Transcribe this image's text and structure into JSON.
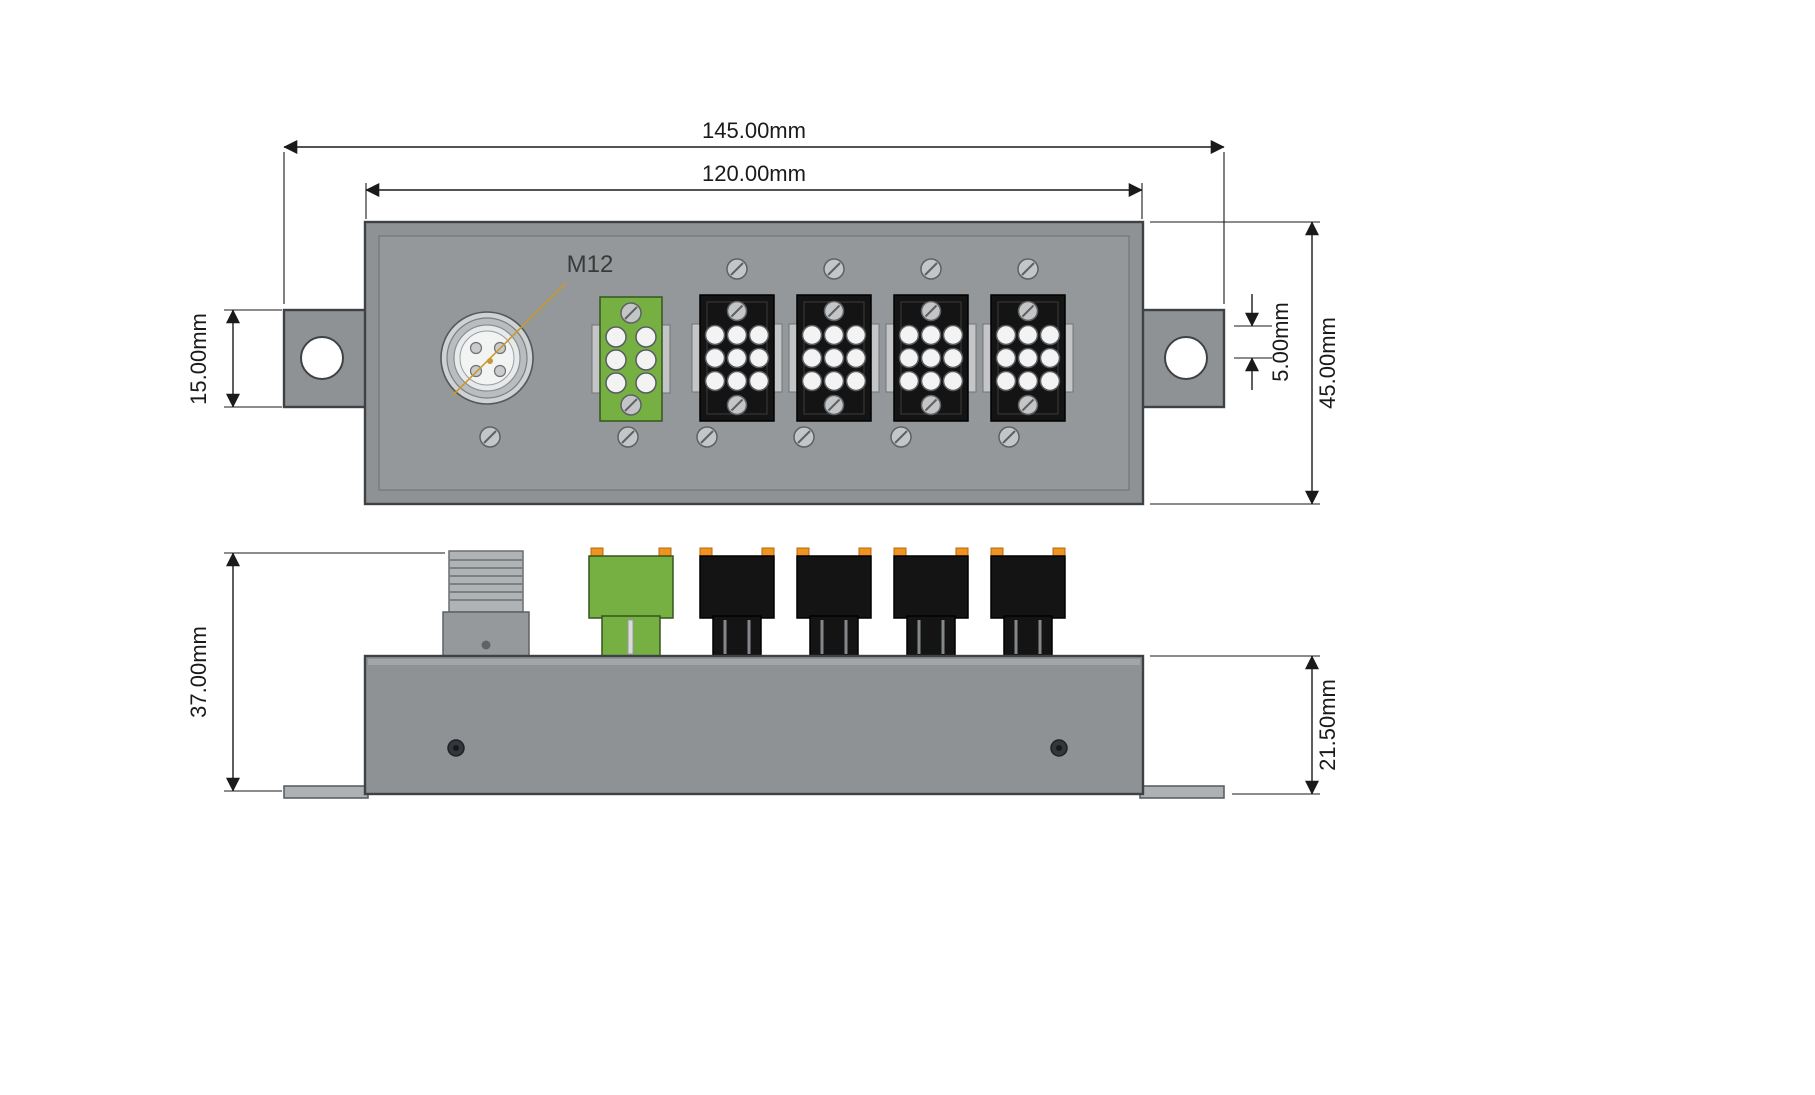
{
  "drawing": {
    "m12_label": "M12",
    "dim_overall_width": "145.00mm",
    "dim_body_width": "120.00mm",
    "dim_body_height": "45.00mm",
    "dim_ear_height": "15.00mm",
    "dim_hole_offset": "5.00mm",
    "dim_side_total_height": "37.00mm",
    "dim_side_body_height": "21.50mm"
  },
  "colors": {
    "page_bg": "#ffffff",
    "body_gray": "#8e9295",
    "panel_gray": "#94989b",
    "edge_dark": "#3f4245",
    "accent_green": "#76b043",
    "connector_black": "#141414",
    "accent_orange": "#f0941f",
    "leader_orange": "#c8992e",
    "dimension_line": "#1a1a1a",
    "metal_light": "#c3c5c7",
    "hole_white": "#ffffff"
  }
}
